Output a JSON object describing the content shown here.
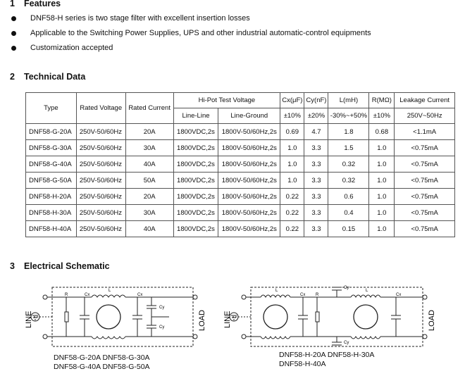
{
  "features": {
    "num": "1",
    "title": "Features",
    "bullets": [
      "DNF58-H series is two stage filter with excellent insertion losses",
      "Applicable to the Switching Power Supplies, UPS and other industrial automatic-control equipments",
      "Customization accepted"
    ]
  },
  "technical": {
    "num": "2",
    "title": "Technical Data",
    "headers": {
      "type": "Type",
      "rated_voltage": "Rated Voltage",
      "rated_current": "Rated Current",
      "hipot": "Hi-Pot Test Voltage",
      "line_line": "Line-Line",
      "line_ground": "Line-Ground",
      "cx": "Cx(μF)",
      "cx_tol": "±10%",
      "cy": "Cy(nF)",
      "cy_tol": "±20%",
      "l": "L(mH)",
      "l_tol": "-30%~+50%",
      "r": "R(MΩ)",
      "r_tol": "±10%",
      "leak": "Leakage Current",
      "leak_sub": "250V~50Hz"
    },
    "rows": [
      [
        "DNF58-G-20A",
        "250V-50/60Hz",
        "20A",
        "1800VDC,2s",
        "1800V-50/60Hz,2s",
        "0.69",
        "4.7",
        "1.8",
        "0.68",
        "<1.1mA"
      ],
      [
        "DNF58-G-30A",
        "250V-50/60Hz",
        "30A",
        "1800VDC,2s",
        "1800V-50/60Hz,2s",
        "1.0",
        "3.3",
        "1.5",
        "1.0",
        "<0.75mA"
      ],
      [
        "DNF58-G-40A",
        "250V-50/60Hz",
        "40A",
        "1800VDC,2s",
        "1800V-50/60Hz,2s",
        "1.0",
        "3.3",
        "0.32",
        "1.0",
        "<0.75mA"
      ],
      [
        "DNF58-G-50A",
        "250V-50/60Hz",
        "50A",
        "1800VDC,2s",
        "1800V-50/60Hz,2s",
        "1.0",
        "3.3",
        "0.32",
        "1.0",
        "<0.75mA"
      ],
      [
        "DNF58-H-20A",
        "250V-50/60Hz",
        "20A",
        "1800VDC,2s",
        "1800V-50/60Hz,2s",
        "0.22",
        "3.3",
        "0.6",
        "1.0",
        "<0.75mA"
      ],
      [
        "DNF58-H-30A",
        "250V-50/60Hz",
        "30A",
        "1800VDC,2s",
        "1800V-50/60Hz,2s",
        "0.22",
        "3.3",
        "0.4",
        "1.0",
        "<0.75mA"
      ],
      [
        "DNF58-H-40A",
        "250V-50/60Hz",
        "40A",
        "1800VDC,2s",
        "1800V-50/60Hz,2s",
        "0.22",
        "3.3",
        "0.15",
        "1.0",
        "<0.75mA"
      ]
    ]
  },
  "schematic": {
    "num": "3",
    "title": "Electrical Schematic",
    "labels": {
      "line": "LINE",
      "load": "LOAD",
      "r": "R",
      "cx": "Cx",
      "cy": "Cy",
      "l": "L"
    },
    "g_models": [
      "DNF58-G-20A  DNF58-G-30A",
      "DNF58-G-40A  DNF58-G-50A"
    ],
    "h_models": [
      "DNF58-H-20A  DNF58-H-30A",
      "DNF58-H-40A"
    ]
  }
}
